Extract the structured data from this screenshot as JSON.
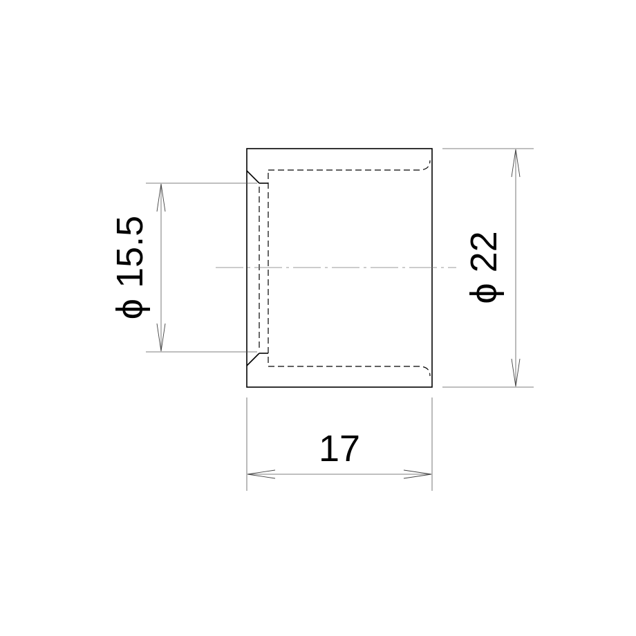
{
  "dimensions": {
    "inner_diameter": {
      "symbol": "ϕ",
      "value": "15.5"
    },
    "outer_diameter": {
      "symbol": "ϕ",
      "value": "22"
    },
    "length": {
      "value": "17"
    }
  }
}
